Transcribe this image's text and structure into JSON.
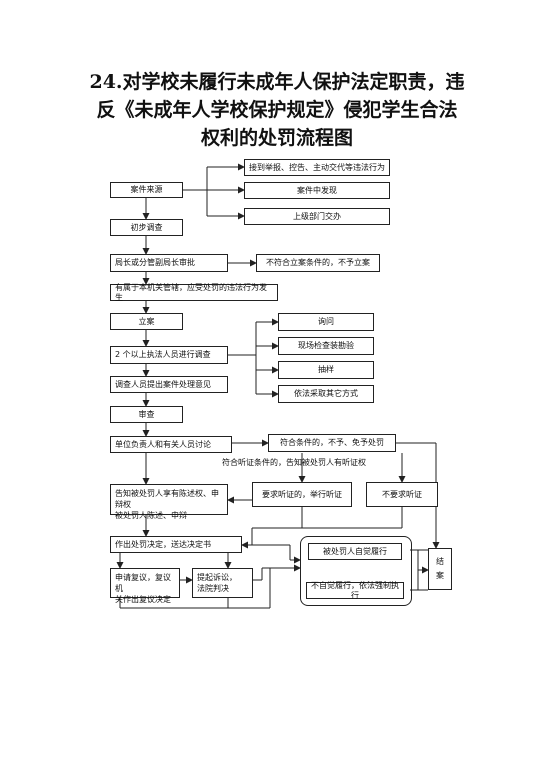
{
  "title": {
    "line1": "24.对学校未履行未成年人保护法定职责，违",
    "line2": "反《未成年人学校保护规定》侵犯学生合法",
    "line3": "权利的处罚流程图"
  },
  "nodes": {
    "source_report": "接到举报、控告、主动交代等违法行为",
    "source_case": "案件中发现",
    "source_transfer": "上级部门交办",
    "case_source": "案件来源",
    "initial_investigation": "初步调查",
    "director_approval": "局长或分管副局长审批",
    "not_filed": "不符合立案条件的，不予立案",
    "jurisdiction": "有属于本机关管辖，应受处罚的违法行为发生",
    "filing": "立案",
    "inquiry": "询问",
    "onsite_inspection": "现场检查装勘验",
    "sampling": "抽样",
    "other_methods": "依法采取其它方式",
    "investigate_two": "2 个以上执法人员进行调查",
    "opinion": "调查人员提出案件处理意见",
    "review": "审查",
    "discussion": "单位负责人和有关人员讨论",
    "no_penalty": "符合条件的，不予、免予处罚",
    "hearing_notice": "符合听证条件的，告知被处罚人有听证权",
    "inform_rights_1": "告知被处罚人享有陈述权、申辩权",
    "inform_rights_2": "被处罚人陈述、申辩",
    "request_hearing": "要求听证的，举行听证",
    "no_hearing": "不要求听证",
    "decision": "作出处罚决定，送达决定书",
    "reconsideration_1": "申请复议，复议机",
    "reconsideration_2": "关作出复议决定",
    "lawsuit_1": "提起诉讼，",
    "lawsuit_2": "法院判决",
    "voluntary": "被处罚人自觉履行",
    "enforcement": "不自觉履行，依法强制执行",
    "close_1": "结",
    "close_2": "案"
  },
  "colors": {
    "line": "#222222",
    "background": "#ffffff",
    "text": "#111111"
  }
}
